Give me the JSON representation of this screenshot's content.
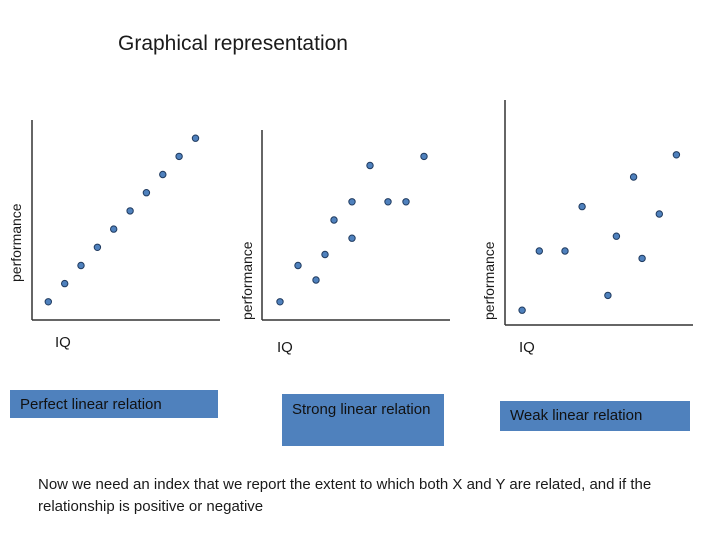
{
  "title": "Graphical representation",
  "footer_text": "Now we need an index that we report the extent to which both X and Y are related, and if the relationship is positive or negative",
  "colors": {
    "point_fill": "#4f81bd",
    "point_stroke": "#1f3a5f",
    "caption_bg": "#4f81bd",
    "axis": "#333333"
  },
  "chart_data": [
    {
      "type": "scatter",
      "xlabel": "IQ",
      "ylabel": "performance",
      "caption": "Perfect linear relation",
      "points": [
        [
          1,
          1
        ],
        [
          2,
          2
        ],
        [
          3,
          3
        ],
        [
          4,
          4
        ],
        [
          5,
          5
        ],
        [
          6,
          6
        ],
        [
          7,
          7
        ],
        [
          8,
          8
        ],
        [
          9,
          9
        ],
        [
          10,
          10
        ]
      ],
      "xlim": [
        0,
        11.5
      ],
      "ylim": [
        0,
        11
      ]
    },
    {
      "type": "scatter",
      "xlabel": "IQ",
      "ylabel": "performance",
      "caption": "Strong linear relation",
      "points": [
        [
          1,
          1
        ],
        [
          2,
          3
        ],
        [
          3,
          2.2
        ],
        [
          3.5,
          3.6
        ],
        [
          4,
          5.5
        ],
        [
          5,
          4.5
        ],
        [
          5,
          6.5
        ],
        [
          6,
          8.5
        ],
        [
          7,
          6.5
        ],
        [
          8,
          6.5
        ],
        [
          9,
          9
        ]
      ],
      "xlim": [
        0,
        10
      ],
      "ylim": [
        0,
        11
      ]
    },
    {
      "type": "scatter",
      "xlabel": "IQ",
      "ylabel": "performance",
      "caption": "Weak linear relation",
      "points": [
        [
          1,
          1
        ],
        [
          2,
          5
        ],
        [
          3.5,
          5
        ],
        [
          4.5,
          8
        ],
        [
          6,
          2
        ],
        [
          6.5,
          6
        ],
        [
          7.5,
          10
        ],
        [
          8,
          4.5
        ],
        [
          9,
          7.5
        ],
        [
          10,
          11.5
        ]
      ],
      "xlim": [
        0,
        10.5
      ],
      "ylim": [
        0,
        12.5
      ]
    }
  ]
}
